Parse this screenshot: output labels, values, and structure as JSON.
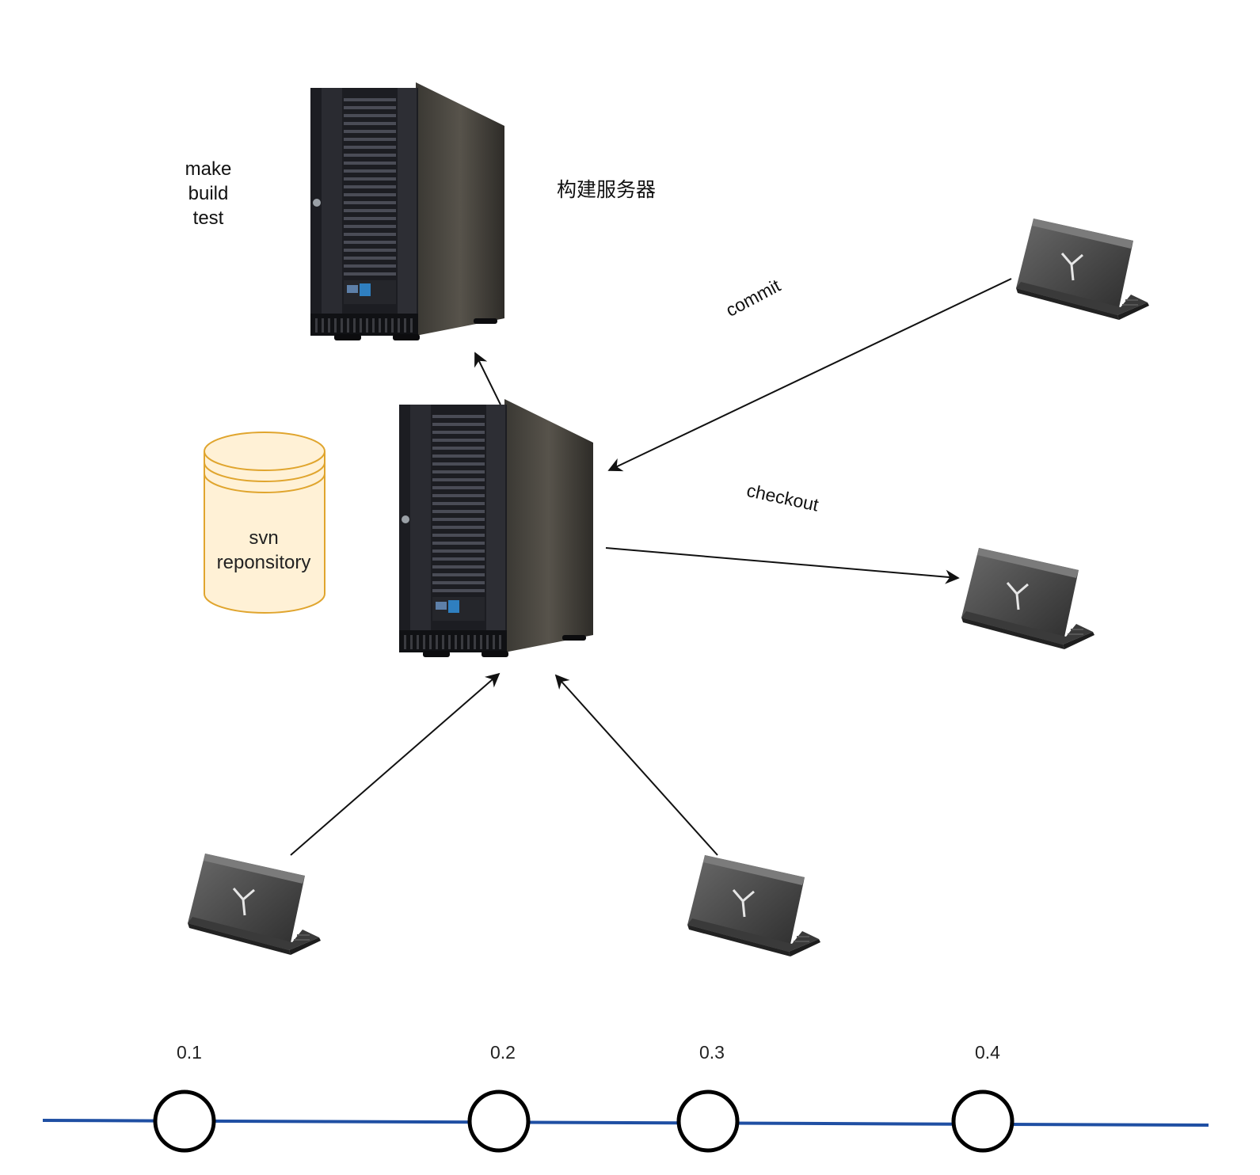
{
  "colors": {
    "timeline_line": "#1f4fa3",
    "repo_fill": "#fff1d6",
    "repo_stroke": "#e0a52e",
    "edge": "#111111"
  },
  "nodes": {
    "build_server": {
      "icon": "tower-server-icon",
      "caption": "构建服务器"
    },
    "svn_server": {
      "icon": "tower-server-icon"
    },
    "repository": {
      "icon": "database-cylinder-icon",
      "line1": "svn",
      "line2": "reponsitory"
    },
    "build_steps": [
      "make",
      "build",
      "test"
    ],
    "laptops": [
      {
        "id": "laptop-top-right",
        "icon": "laptop-icon"
      },
      {
        "id": "laptop-middle-right",
        "icon": "laptop-icon"
      },
      {
        "id": "laptop-bottom-left",
        "icon": "laptop-icon"
      },
      {
        "id": "laptop-bottom-center",
        "icon": "laptop-icon"
      }
    ]
  },
  "edges": {
    "commit_label": "commit",
    "checkout_label": "checkout"
  },
  "timeline": {
    "versions": [
      "0.1",
      "0.2",
      "0.3",
      "0.4"
    ]
  }
}
